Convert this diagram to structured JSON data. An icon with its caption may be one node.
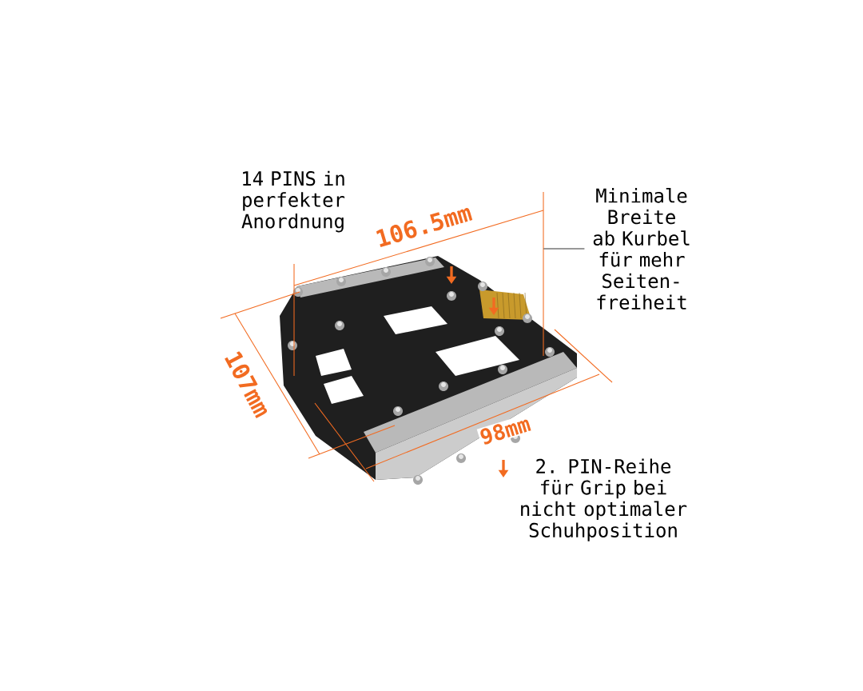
{
  "diagram": {
    "nodes": [
      {
        "text": [
          "Minimale Breite ab Kurbel für mehr Seiten- freiheit"
        ]
      },
      {
        "text": [],
        "shape": "picture"
      }
    ],
    "edges": [
      {
        "from": 0,
        "to": 1,
        "arrow": "none"
      }
    ],
    "labels": [
      "14 PINS in perfekter Anordnung",
      "106.5mm",
      "107mm",
      "98mm",
      "2. PIN-Reihe für Grip bei nicht optimaler Schuhposition"
    ]
  }
}
